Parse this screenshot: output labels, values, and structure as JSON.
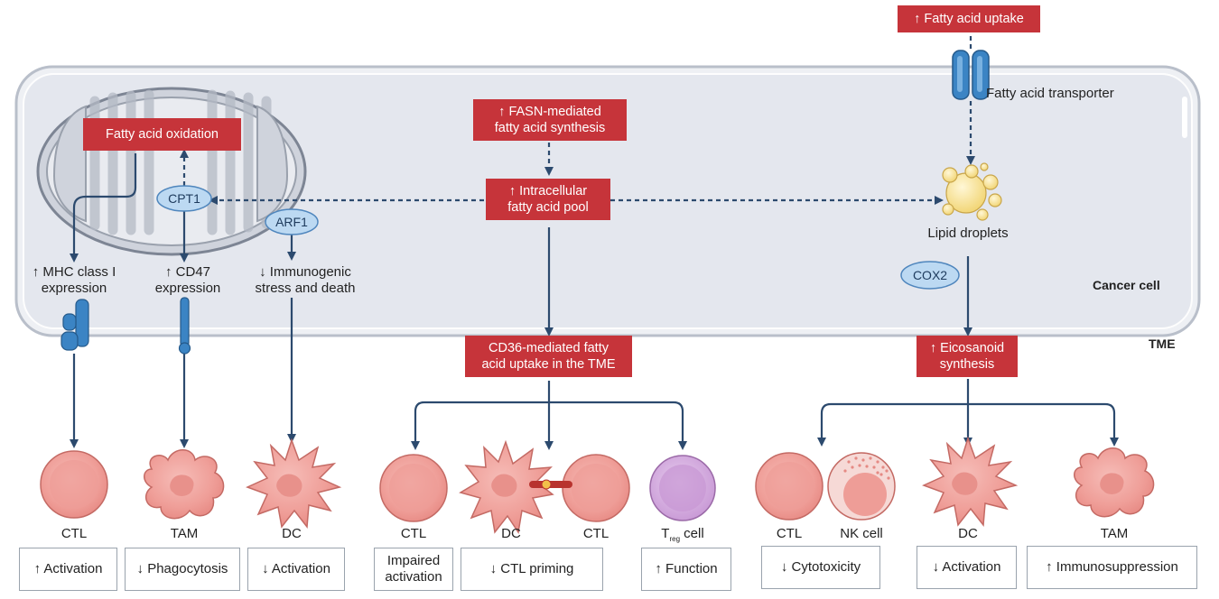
{
  "cancer_cell_label": "Cancer cell",
  "tme_label": "TME",
  "red_boxes": {
    "fao": "Fatty acid oxidation",
    "fasn_line1": "↑ FASN-mediated",
    "fasn_line2": "fatty acid synthesis",
    "pool_line1": "↑ Intracellular",
    "pool_line2": "fatty acid pool",
    "uptake": "↑ Fatty acid uptake",
    "cd36_line1": "CD36-mediated fatty",
    "cd36_line2": "acid uptake in the TME",
    "eico_line1": "↑ Eicosanoid",
    "eico_line2": "synthesis"
  },
  "enzymes": {
    "cpt1": "CPT1",
    "arf1": "ARF1",
    "cox2": "COX2"
  },
  "labels": {
    "transporter": "Fatty acid transporter",
    "lipid_droplets": "Lipid droplets",
    "mhc_line1": "↑ MHC class I",
    "mhc_line2": "expression",
    "cd47_line1": "↑ CD47",
    "cd47_line2": "expression",
    "immuno_line1": "↓ Immunogenic",
    "immuno_line2": "stress and death"
  },
  "cells": {
    "ctl1": "CTL",
    "tam1": "TAM",
    "dc1": "DC",
    "ctl2": "CTL",
    "dc2": "DC",
    "ctl3": "CTL",
    "treg_main": "T",
    "treg_sub": "reg",
    "treg_tail": " cell",
    "ctl4": "CTL",
    "nk": "NK cell",
    "dc3": "DC",
    "tam2": "TAM"
  },
  "outcomes": {
    "o1": "↑ Activation",
    "o2": "↓ Phagocytosis",
    "o3": "↓ Activation",
    "o4_line1": "Impaired",
    "o4_line2": "activation",
    "o5": "↓ CTL priming",
    "o6": "↑ Function",
    "o7": "↓ Cytotoxicity",
    "o8": "↓ Activation",
    "o9": "↑ Immunosuppression"
  },
  "colors": {
    "red": "#c6343a",
    "navy": "#2c4a6e",
    "membrane": "#e6e8ee",
    "cell_pink": "#f1a7a2",
    "enzyme_blue": "#bcd9f2",
    "receptor_blue": "#3b84c4",
    "treg_purple": "#d9b8e0",
    "droplet_yellow": "#f7e29a"
  }
}
